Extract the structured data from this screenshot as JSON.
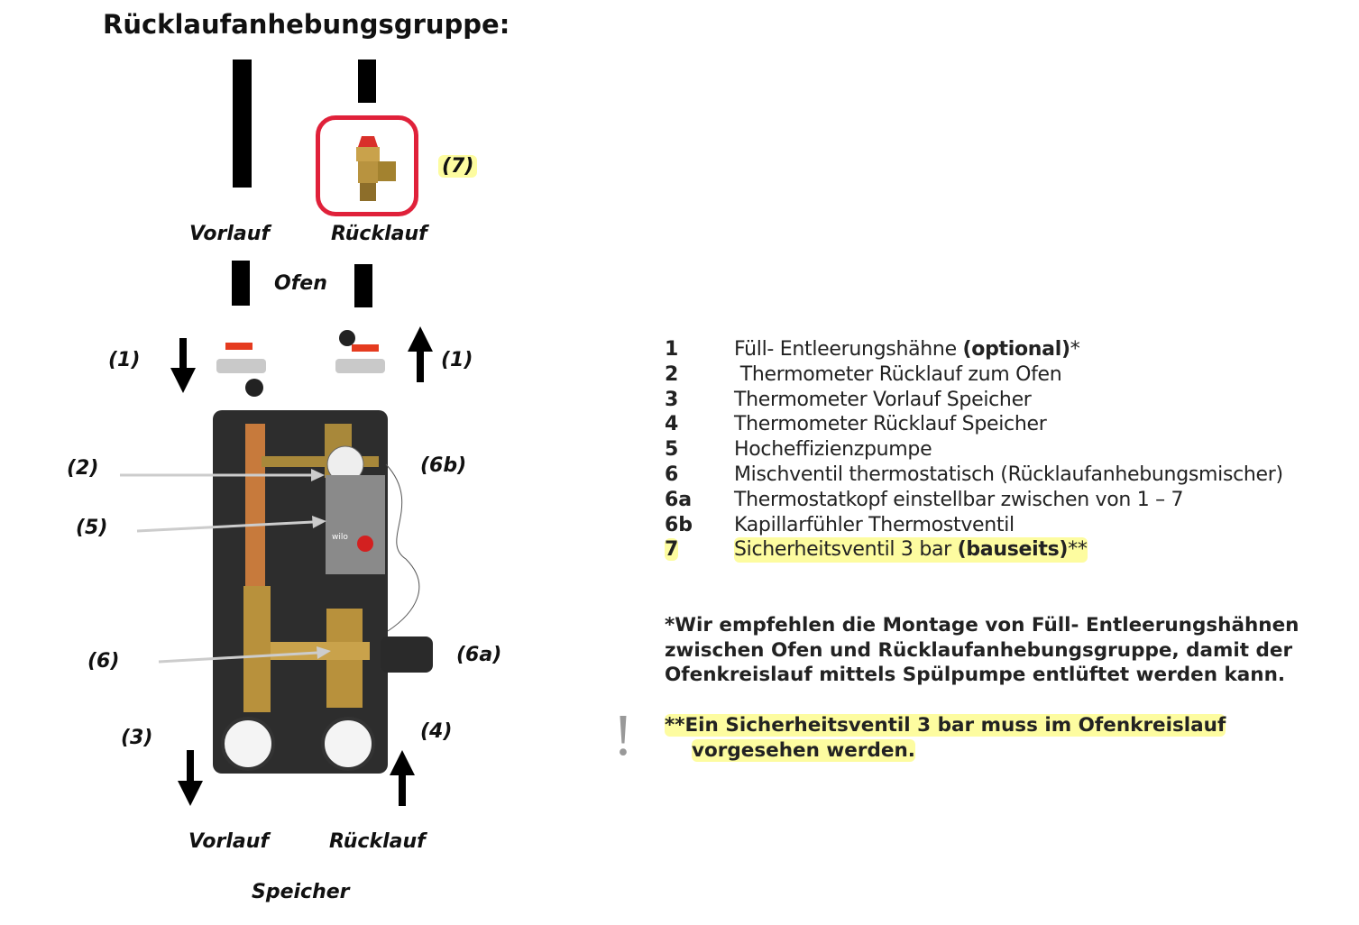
{
  "title": "Rücklaufanhebungsgruppe:",
  "diagram": {
    "top_labels": {
      "vorlauf": "Vorlauf",
      "ruecklauf": "Rücklauf",
      "ofen": "Ofen"
    },
    "bottom_labels": {
      "vorlauf": "Vorlauf",
      "ruecklauf": "Rücklauf",
      "speicher": "Speicher"
    },
    "callouts": {
      "c1_left": "(1)",
      "c1_right": "(1)",
      "c2": "(2)",
      "c3": "(3)",
      "c4": "(4)",
      "c5": "(5)",
      "c6": "(6)",
      "c6a": "(6a)",
      "c6b": "(6b)",
      "c7": "(7)"
    },
    "pump_brand": "wilo",
    "highlight_color": "#fdfca0",
    "valve_frame_color": "#e0213a"
  },
  "legend": [
    {
      "num": "1",
      "text": "Füll- Entleerungshähne ",
      "bold": "(optional)",
      "suffix": "*"
    },
    {
      "num": "2",
      "text": " Thermometer Rücklauf zum Ofen",
      "bold": "",
      "suffix": ""
    },
    {
      "num": "3",
      "text": "Thermometer Vorlauf Speicher",
      "bold": "",
      "suffix": ""
    },
    {
      "num": "4",
      "text": "Thermometer Rücklauf Speicher",
      "bold": "",
      "suffix": ""
    },
    {
      "num": "5",
      "text": "Hocheffizienzpumpe",
      "bold": "",
      "suffix": ""
    },
    {
      "num": "6",
      "text": "Mischventil thermostatisch (Rücklaufanhebungsmischer)",
      "bold": "",
      "suffix": ""
    },
    {
      "num": "6a",
      "text": "Thermostatkopf einstellbar zwischen von 1 – 7",
      "bold": "",
      "suffix": ""
    },
    {
      "num": "6b",
      "text": "Kapillarfühler Thermostventil",
      "bold": "",
      "suffix": ""
    },
    {
      "num": "7",
      "text": "Sicherheitsventil 3 bar ",
      "bold": "(bauseits)",
      "suffix": "**"
    }
  ],
  "footnote": {
    "lines": [
      "*Wir empfehlen die Montage von Füll- Entleerungshähnen",
      "zwischen Ofen und Rücklaufanhebungsgruppe, damit der",
      "Ofenkreislauf mittels Spülpumpe entlüftet werden kann."
    ]
  },
  "warning": {
    "icon": "exclamation-icon",
    "symbol": "!",
    "lines": [
      "**Ein Sicherheitsventil 3 bar muss im Ofenkreislauf",
      "vorgesehen werden."
    ]
  }
}
